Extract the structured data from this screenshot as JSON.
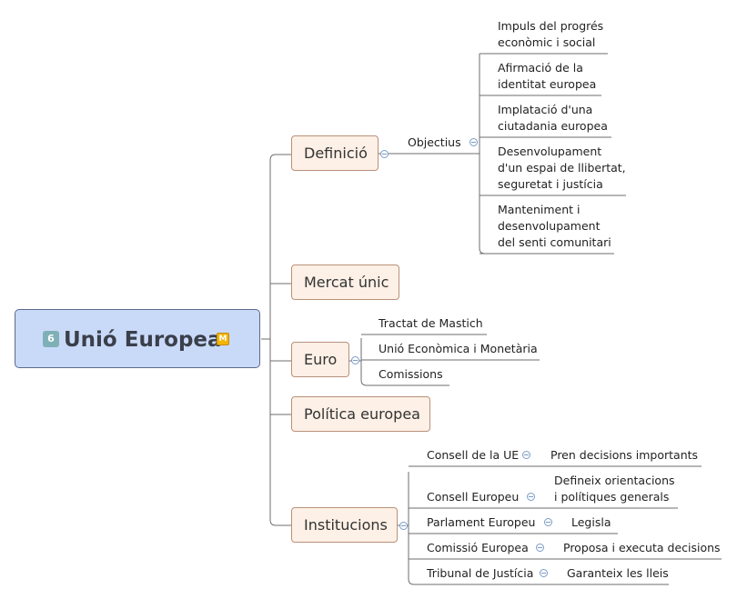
{
  "root": {
    "badge": "6",
    "title": "Unió Europea",
    "marker": "M"
  },
  "topics": {
    "definicio": {
      "label": "Definició",
      "sub_label": "Objectius",
      "items": [
        [
          "Impuls del progrés",
          "econòmic i social"
        ],
        [
          "Afirmació de la",
          "identitat europea"
        ],
        [
          "Implatació d'una",
          "ciutadania europea"
        ],
        [
          "Desenvolupament",
          "d'un espai de llibertat,",
          "seguretat i justícia"
        ],
        [
          "Manteniment i",
          "desenvolupament",
          "del senti comunitari"
        ]
      ]
    },
    "mercat": {
      "label": "Mercat únic"
    },
    "euro": {
      "label": "Euro",
      "items": [
        "Tractat de Mastich",
        "Unió Econòmica i Monetària",
        "Comissions"
      ]
    },
    "politica": {
      "label": "Política europea"
    },
    "institucions": {
      "label": "Institucions",
      "items": [
        {
          "name": "Consell de la UE",
          "detail": [
            "Pren decisions importants"
          ]
        },
        {
          "name": "Consell Europeu",
          "detail": [
            "Defineix orientacions",
            "i polítiques generals"
          ]
        },
        {
          "name": "Parlament Europeu",
          "detail": [
            "Legisla"
          ]
        },
        {
          "name": "Comissió Europea",
          "detail": [
            "Proposa i executa decisions"
          ]
        },
        {
          "name": "Tribunal de Justícia",
          "detail": [
            "Garanteix les lleis"
          ]
        }
      ]
    }
  }
}
